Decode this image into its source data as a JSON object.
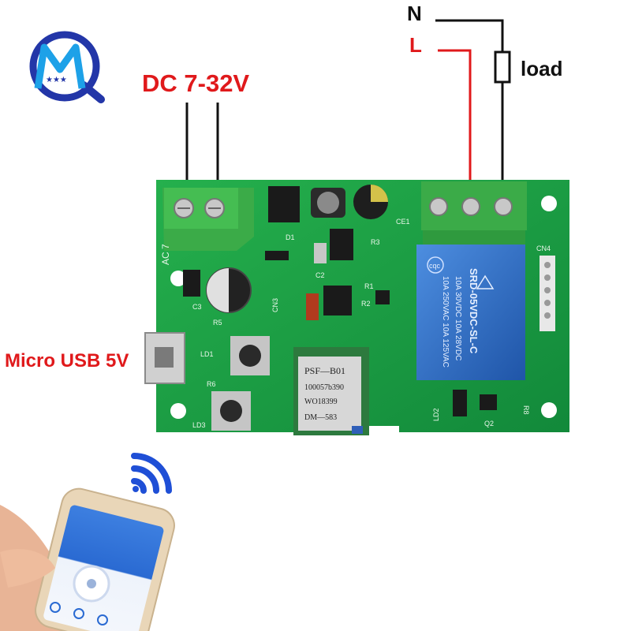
{
  "labels": {
    "dc_input": "DC 7-32V",
    "usb_input": "Micro USB 5V",
    "neutral": "N",
    "live": "L",
    "load": "load"
  },
  "board_markings": {
    "terminal_dc": "AC 7",
    "capacitor": "CE1",
    "diode": "D1",
    "c2": "C2",
    "c3": "C3",
    "r1": "R1",
    "r2": "R2",
    "r3": "R3",
    "r5": "R5",
    "r6": "R6",
    "r8": "R8",
    "cn3": "CN3",
    "cn4": "CN4",
    "led1": "LD1",
    "led2": "LD2",
    "led3": "LD3",
    "q2": "Q2"
  },
  "module": {
    "line1": "PSF—B01",
    "line2": "100057b390",
    "line3": "WO18399",
    "line4": "DM—583"
  },
  "relay": {
    "brand": "cqc",
    "rating1": "10A 250VAC  10A 125VAC",
    "rating2": "10A 30VDC  10A 28VDC",
    "model": "SRD-05VDC-SL-C"
  },
  "colors": {
    "label_red": "#e0191b",
    "label_black": "#111111",
    "pcb_green": "#1fa046",
    "terminal_green": "#3bab48",
    "relay_blue": "#2f6fc4",
    "wire_red": "#e0191b",
    "logo_blue": "#2336a8"
  },
  "icons": {
    "logo": "mq-logo-icon",
    "wifi": "wifi-signal-icon",
    "phone": "smartphone-icon"
  }
}
